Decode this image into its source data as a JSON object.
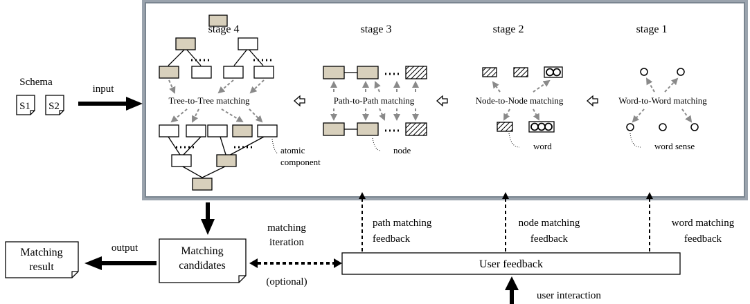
{
  "stages": {
    "stage4": "stage 4",
    "stage3": "stage 3",
    "stage2": "stage 2",
    "stage1": "stage 1"
  },
  "matching": {
    "tree": "Tree-to-Tree matching",
    "path": "Path-to-Path matching",
    "node": "Node-to-Node matching",
    "word": "Word-to-Word matching"
  },
  "components": {
    "atomic_line1": "atomic",
    "atomic_line2": "component",
    "node": "node",
    "word": "word",
    "word_sense": "word sense"
  },
  "schema": {
    "label": "Schema",
    "s1": "S1",
    "s2": "S2",
    "input": "input"
  },
  "bottom": {
    "matching_candidates_line1": "Matching",
    "matching_candidates_line2": "candidates",
    "matching_result_line1": "Matching",
    "matching_result_line2": "result",
    "output": "output",
    "matching_iteration_line1": "matching",
    "matching_iteration_line2": "iteration",
    "optional": "(optional)",
    "user_feedback": "User feedback",
    "user_interaction": "user interaction",
    "path_feedback_line1": "path matching",
    "path_feedback_line2": "feedback",
    "node_feedback_line1": "node matching",
    "node_feedback_line2": "feedback",
    "word_feedback_line1": "word matching",
    "word_feedback_line2": "feedback"
  }
}
